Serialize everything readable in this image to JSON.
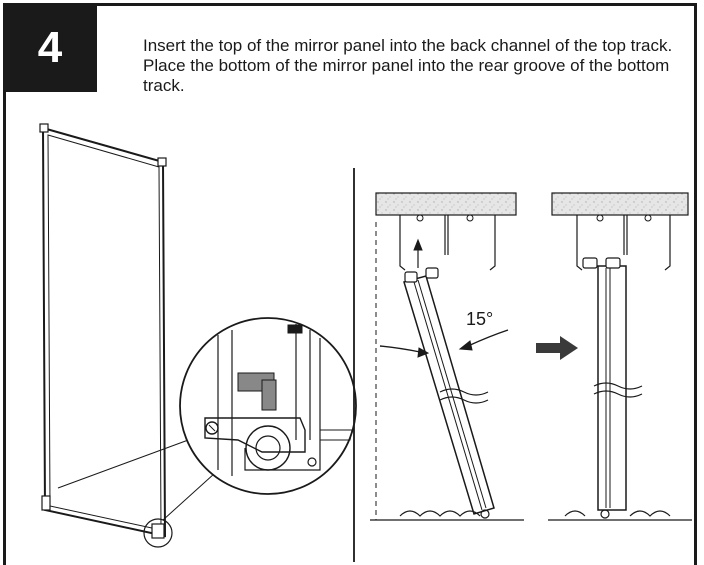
{
  "step": {
    "number": "4"
  },
  "instruction": {
    "text": "Insert the top of the mirror panel into the back channel of the top track. Place the bottom of the mirror panel into the rear groove of the bottom track."
  },
  "diagram": {
    "angle_label": "15°"
  },
  "colors": {
    "ink": "#1a1a1a",
    "frame": "#1a1a1a",
    "white": "#ffffff",
    "ceiling_fill": "#e6e6e6",
    "arrow_fill": "#3a3a3a"
  }
}
